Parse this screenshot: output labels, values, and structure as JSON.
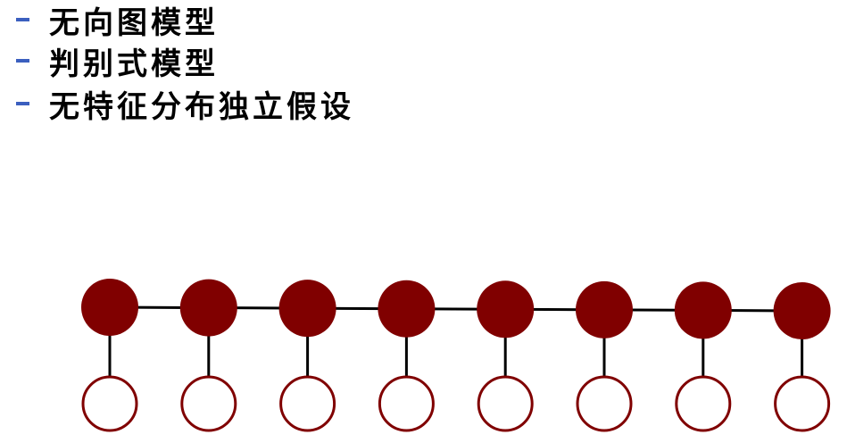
{
  "bullets": [
    {
      "label": "无向图模型"
    },
    {
      "label": "判别式模型"
    },
    {
      "label": "无特征分布独立假设"
    }
  ],
  "colors": {
    "bullet_dash": "#3b5fbf",
    "hidden_fill": "#800000",
    "observed_stroke": "#800000",
    "edge": "#000000",
    "text": "#000000"
  },
  "diagram": {
    "hidden_node_count": 8,
    "observed_node_count": 8
  }
}
